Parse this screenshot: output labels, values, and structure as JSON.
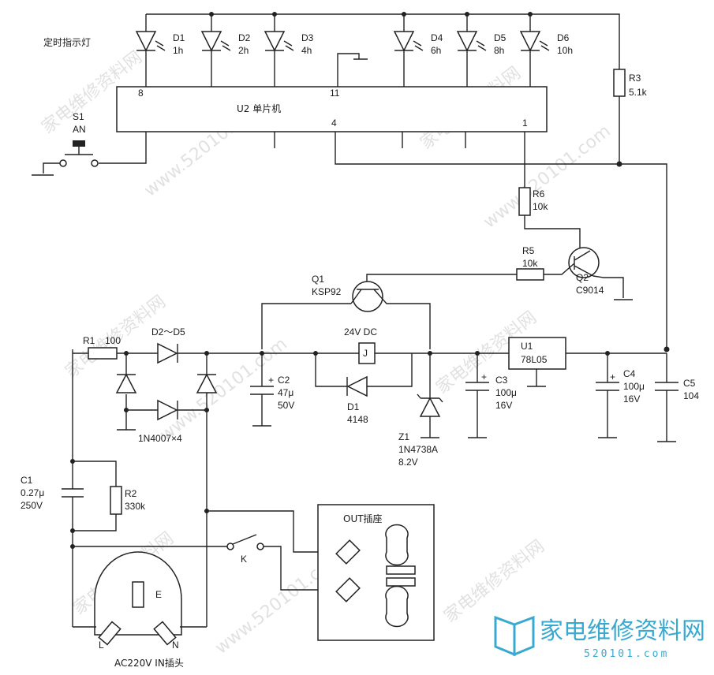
{
  "diagram": {
    "indicator_label": "定时指示灯",
    "mcu": {
      "name": "U2 单片机",
      "pin8": "8",
      "pin11": "11",
      "pin4": "4",
      "pin1": "1"
    },
    "leds": [
      {
        "ref": "D1",
        "value": "1h"
      },
      {
        "ref": "D2",
        "value": "2h"
      },
      {
        "ref": "D3",
        "value": "4h"
      },
      {
        "ref": "D4",
        "value": "6h"
      },
      {
        "ref": "D5",
        "value": "8h"
      },
      {
        "ref": "D6",
        "value": "10h"
      }
    ],
    "switch_s1": {
      "ref": "S1",
      "value": "AN"
    },
    "r3": {
      "ref": "R3",
      "value": "5.1k"
    },
    "r6": {
      "ref": "R6",
      "value": "10k"
    },
    "r5": {
      "ref": "R5",
      "value": "10k"
    },
    "q2": {
      "ref": "Q2",
      "value": "C9014"
    },
    "q1": {
      "ref": "Q1",
      "value": "KSP92"
    },
    "r1": {
      "ref": "R1",
      "value": "100"
    },
    "bridge": {
      "ref": "D2～D5",
      "value": "1N4007×4"
    },
    "relay": {
      "value": "24V DC",
      "coil": "J"
    },
    "c2": {
      "ref": "C2",
      "value": "47μ",
      "voltage": "50V"
    },
    "d1": {
      "ref": "D1",
      "value": "4148"
    },
    "z1": {
      "ref": "Z1",
      "value": "1N4738A",
      "voltage": "8.2V"
    },
    "c3": {
      "ref": "C3",
      "value": "100μ",
      "voltage": "16V"
    },
    "u1": {
      "ref": "U1",
      "value": "78L05"
    },
    "c4": {
      "ref": "C4",
      "value": "100μ",
      "voltage": "16V"
    },
    "c5": {
      "ref": "C5",
      "value": "104"
    },
    "c1": {
      "ref": "C1",
      "value": "0.27μ",
      "voltage": "250V"
    },
    "r2": {
      "ref": "R2",
      "value": "330k"
    },
    "relay_contact": {
      "ref": "K"
    },
    "out_socket": {
      "label": "OUT插座"
    },
    "plug": {
      "label": "AC220V IN插头",
      "pin_e": "E",
      "pin_l": "L",
      "pin_n": "N"
    }
  },
  "watermark": {
    "site": "家电维修资料网",
    "url": "www.520101.com"
  },
  "logo": {
    "text": "家电维修资料网",
    "url": "520101.com"
  }
}
